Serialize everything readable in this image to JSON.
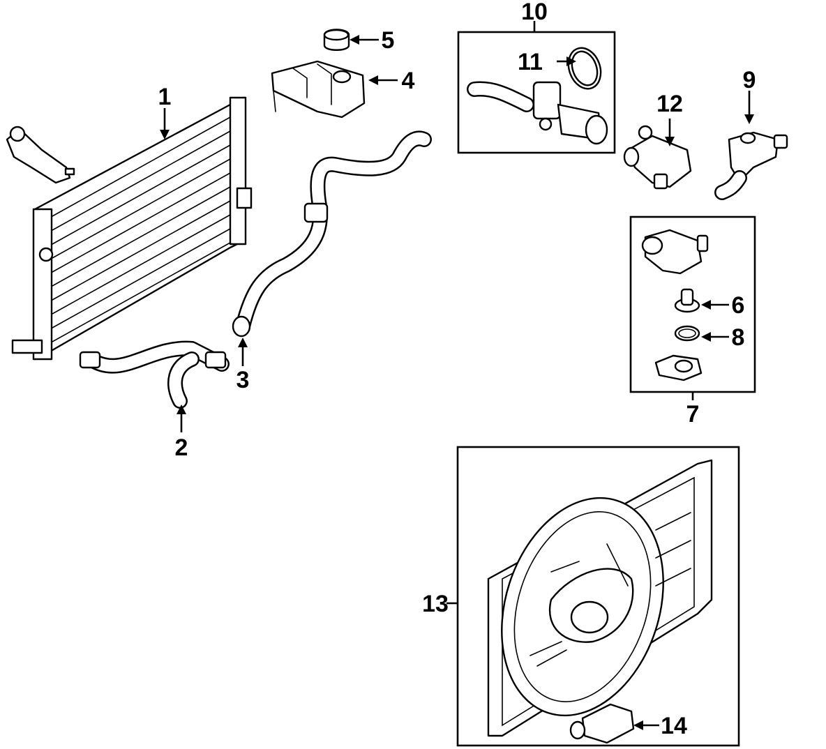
{
  "diagram": {
    "callouts": [
      {
        "id": "1",
        "text": "1"
      },
      {
        "id": "2",
        "text": "2"
      },
      {
        "id": "3",
        "text": "3"
      },
      {
        "id": "4",
        "text": "4"
      },
      {
        "id": "5",
        "text": "5"
      },
      {
        "id": "6",
        "text": "6"
      },
      {
        "id": "7",
        "text": "7"
      },
      {
        "id": "8",
        "text": "8"
      },
      {
        "id": "9",
        "text": "9"
      },
      {
        "id": "10",
        "text": "10"
      },
      {
        "id": "11",
        "text": "11"
      },
      {
        "id": "12",
        "text": "12"
      },
      {
        "id": "13",
        "text": "13"
      },
      {
        "id": "14",
        "text": "14"
      }
    ],
    "colors": {
      "ink": "#000000",
      "paper": "#ffffff"
    }
  }
}
